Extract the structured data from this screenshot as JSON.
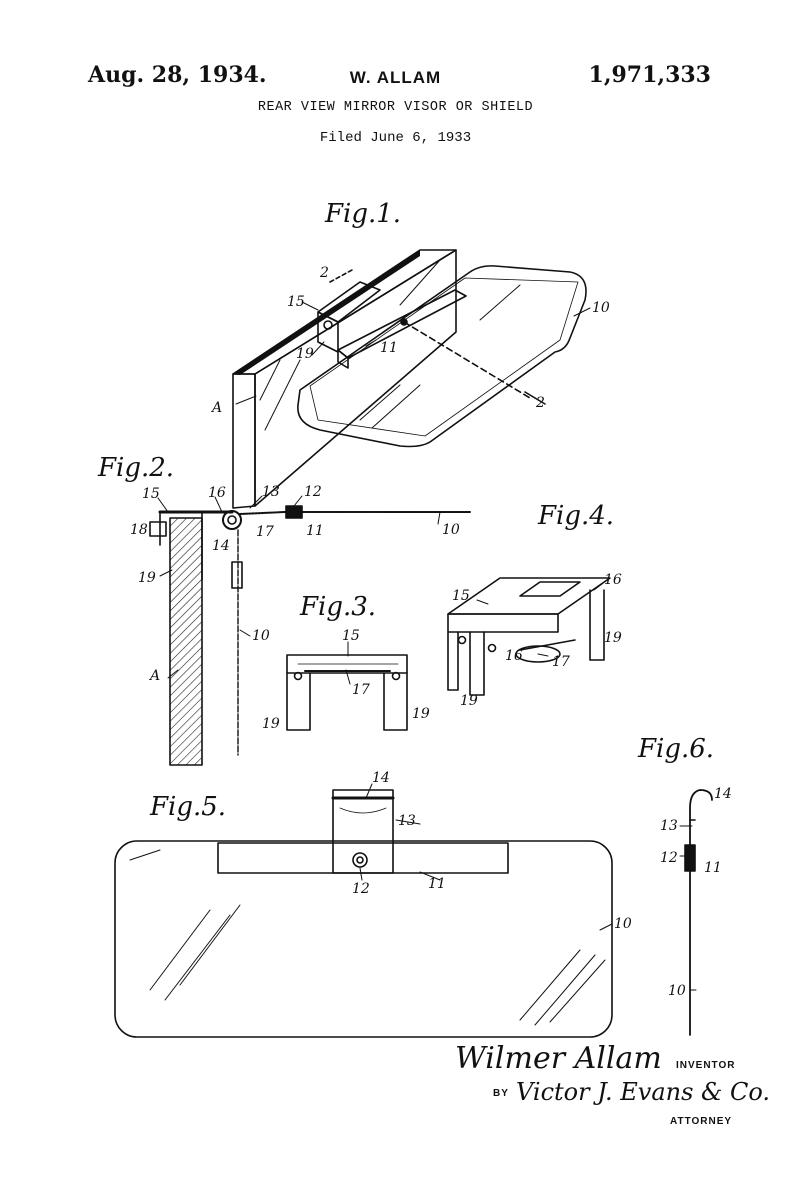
{
  "header": {
    "date": "Aug. 28, 1934.",
    "inventor": "W. ALLAM",
    "patent_number": "1,971,333",
    "title": "REAR VIEW MIRROR VISOR OR SHIELD",
    "filed": "Filed June 6, 1933"
  },
  "figures": {
    "fig1": "Fig.1.",
    "fig2": "Fig.2.",
    "fig3": "Fig.3.",
    "fig4": "Fig.4.",
    "fig5": "Fig.5.",
    "fig6": "Fig.6."
  },
  "labels": {
    "n2": "2",
    "n10": "10",
    "n11": "11",
    "n12": "12",
    "n13": "13",
    "n14": "14",
    "n15": "15",
    "n16": "16",
    "n17": "17",
    "n18": "18",
    "n19": "19",
    "A": "A"
  },
  "signature": {
    "inventor_name": "Wilmer Allam",
    "inventor_caption": "INVENTOR",
    "by": "BY",
    "attorney_name": "Victor J. Evans & Co.",
    "attorney_caption": "ATTORNEY"
  }
}
